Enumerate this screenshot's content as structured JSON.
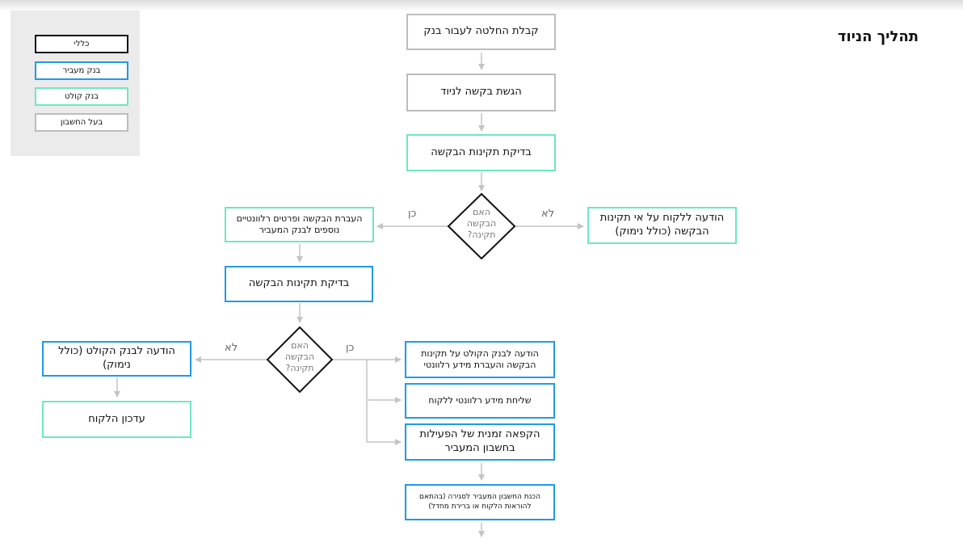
{
  "title": "תהליך הניוד",
  "legend": {
    "general": "כללי",
    "transferring_bank": "בנק מעביר",
    "receiving_bank": "בנק קולט",
    "account_owner": "בעל החשבון"
  },
  "colors": {
    "general": "#111111",
    "transferring_bank": "#1f9ae6",
    "receiving_bank": "#6ee6c6",
    "account_owner": "#bdbdbd",
    "connector": "#c4c4c4"
  },
  "nodes": {
    "decision_to_switch": "קבלת החלטה לעבור בנק",
    "submit_request": "הגשת בקשה לניוד",
    "check_validity_receiving": "בדיקת תקינות הבקשה",
    "notify_customer_invalid": "הודעה ללקוח על אי תקינות הבקשה (כולל נימוק)",
    "forward_request": "העברת הבקשה ופרטים רלוונטיים נוספים לבנק המעביר",
    "check_validity_transferring": "בדיקת תקינות הבקשה",
    "notify_receiving_invalid": "הודעה לבנק הקולט (כולל נימוק)",
    "update_customer": "עדכון הלקוח",
    "notify_receiving_valid": "הודעה לבנק הקולט על תקינות הבקשה והעברת מידע רלוונטי",
    "send_info_customer": "שליחת מידע רלוונטי ללקוח",
    "freeze_activity": "הקפאה זמנית של הפעילות בחשבון המעביר",
    "prepare_close": "הכנת החשבון המעביר לסגירה (בהתאם להוראות הלקוח או ברירת מחדל)"
  },
  "decisions": {
    "first": "האם הבקשה תקינה?",
    "second": "האם הבקשה תקינה?"
  },
  "edge_labels": {
    "yes_1": "כן",
    "no_1": "לא",
    "yes_2": "כן",
    "no_2": "לא"
  }
}
